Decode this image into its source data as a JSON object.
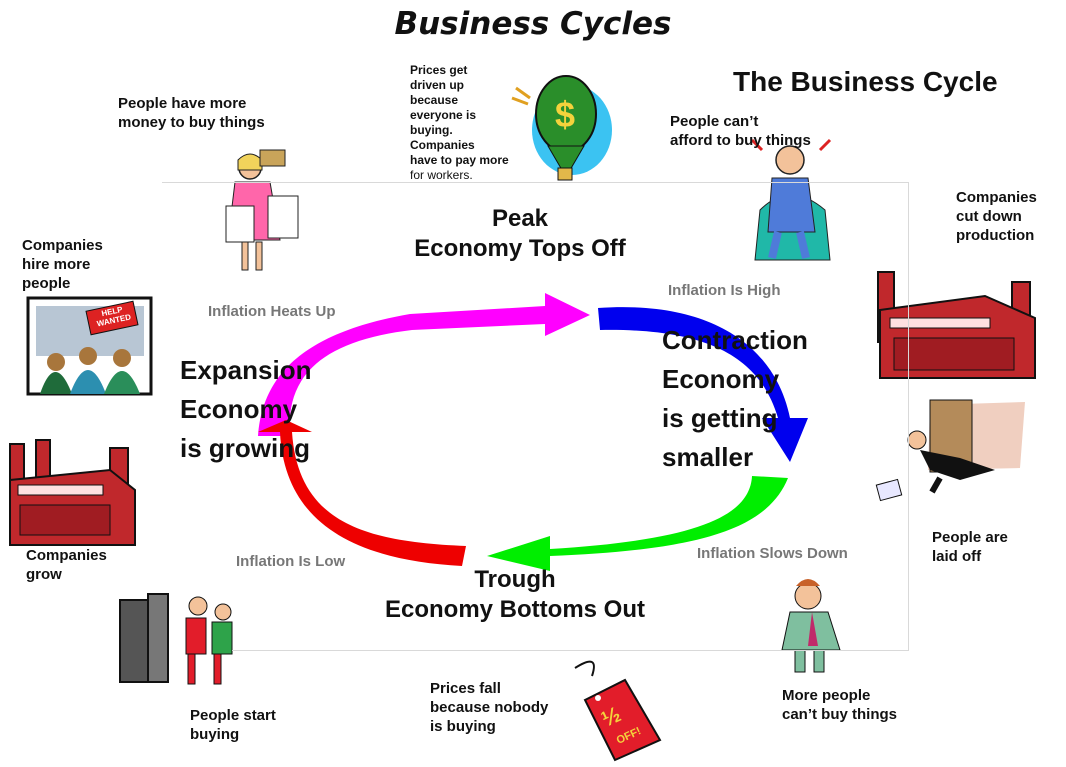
{
  "title": "Business Cycles",
  "subtitle": "The Business Cycle",
  "phases": {
    "peak": {
      "name": "Peak",
      "desc": "Economy Tops Off"
    },
    "trough": {
      "name": "Trough",
      "desc": "Economy Bottoms Out"
    },
    "expansion": {
      "line1": "Expansion",
      "line2": "Economy",
      "line3": "is growing"
    },
    "contraction": {
      "line1": "Contraction",
      "line2": "Economy",
      "line3": "is getting",
      "line4": "smaller"
    }
  },
  "inflation": {
    "heats_up": "Inflation Heats Up",
    "high": "Inflation Is High",
    "slows_down": "Inflation Slows Down",
    "low": "Inflation Is Low"
  },
  "notes": {
    "more_money": {
      "l1": "People have more",
      "l2": "money to buy things"
    },
    "prices_up": [
      "Prices get",
      "driven up",
      "because",
      "everyone is",
      "buying.",
      "Companies",
      "have to pay more",
      "for workers."
    ],
    "cant_afford": {
      "l1": "People can’t",
      "l2": "afford to buy things"
    },
    "cut_production": {
      "l1": "Companies",
      "l2": "cut down",
      "l3": "production"
    },
    "hire_more": {
      "l1": "Companies",
      "l2": "hire more",
      "l3": "people"
    },
    "grow": {
      "l1": "Companies",
      "l2": "grow"
    },
    "laid_off": {
      "l1": "People are",
      "l2": "laid off"
    },
    "start_buying": {
      "l1": "People start",
      "l2": "buying"
    },
    "prices_fall": {
      "l1": "Prices fall",
      "l2": "because nobody",
      "l3": "is buying"
    },
    "cant_buy": {
      "l1": "More people",
      "l2": "can’t buy things"
    }
  },
  "signs": {
    "help_wanted": {
      "l1": "HELP",
      "l2": "WANTED"
    },
    "dollar": "$",
    "sale": {
      "fraction": "½",
      "off": "OFF!"
    }
  },
  "colors": {
    "expansion_arrow": "#ff00ff",
    "contraction_arrow": "#0000ee",
    "recovery_arrow": "#00ee00",
    "growth_arrow": "#ee0000",
    "factory": "#c0282c"
  }
}
